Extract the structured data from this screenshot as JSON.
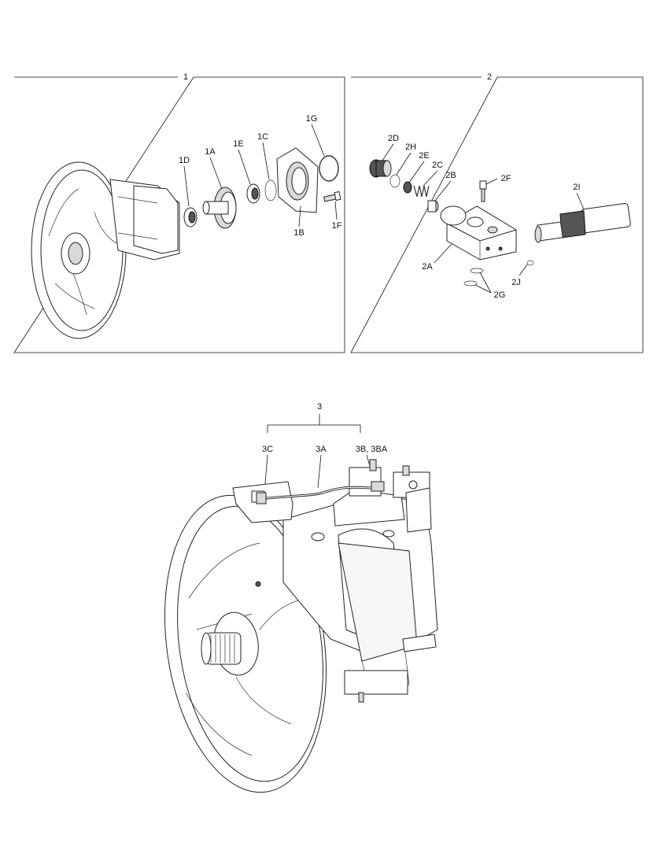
{
  "panels": {
    "p1": {
      "number": "1"
    },
    "p2": {
      "number": "2"
    },
    "p3": {
      "number": "3"
    }
  },
  "callouts": {
    "p1": [
      "1G",
      "1C",
      "1E",
      "1A",
      "1D",
      "1B",
      "1F"
    ],
    "p2": [
      "2D",
      "2H",
      "2E",
      "2C",
      "2B",
      "2F",
      "2I",
      "2A",
      "2J",
      "2G"
    ],
    "p3": [
      "3C",
      "3A",
      "3B, 3BA"
    ]
  }
}
